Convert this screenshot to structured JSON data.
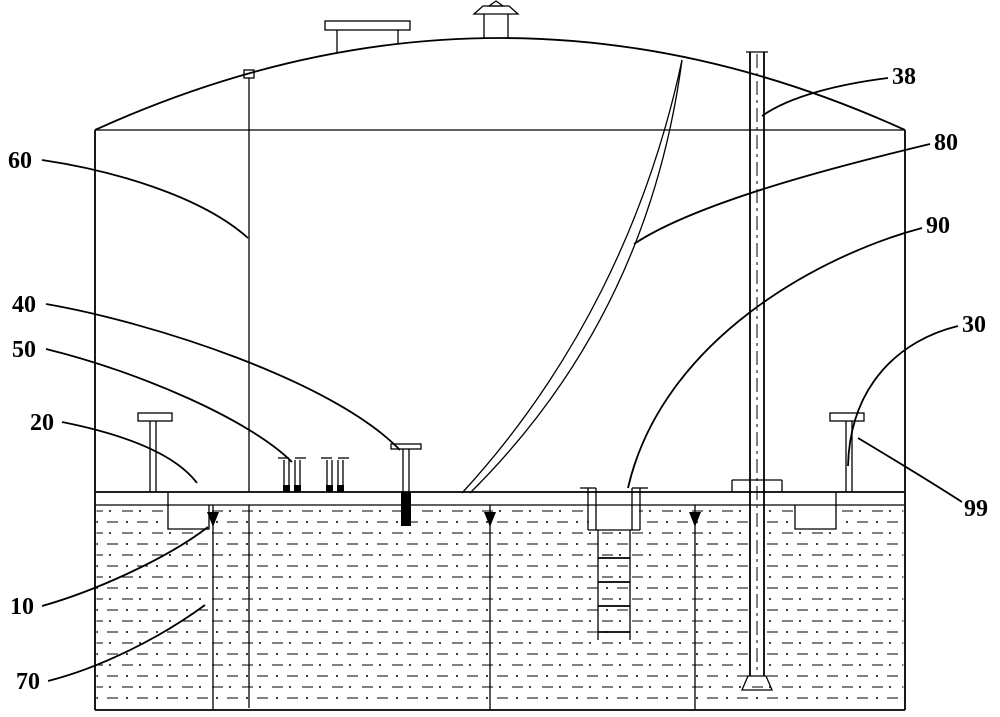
{
  "figure": {
    "kind": "patent-style technical line drawing",
    "subject": "storage tank with dome roof and internal floating deck"
  },
  "colors": {
    "line": "#000000",
    "background": "#ffffff"
  },
  "labels": {
    "l10": "10",
    "l20": "20",
    "l30": "30",
    "l38": "38",
    "l40": "40",
    "l50": "50",
    "l60": "60",
    "l70": "70",
    "l80": "80",
    "l90": "90",
    "l99": "99"
  }
}
